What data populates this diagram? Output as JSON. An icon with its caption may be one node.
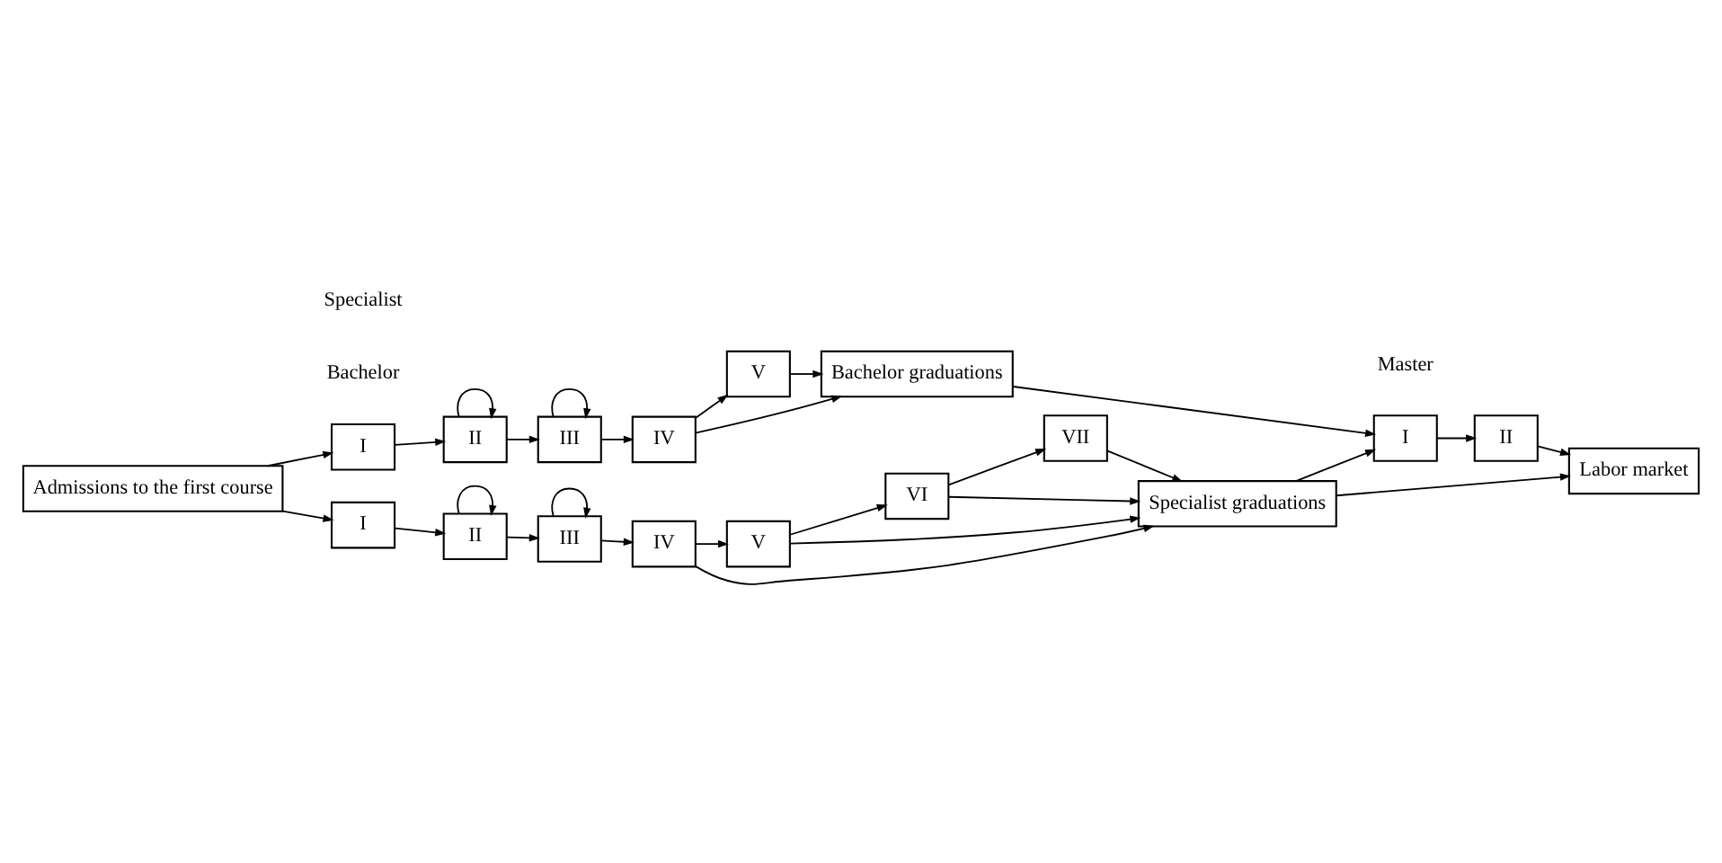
{
  "diagram": {
    "nodes": [
      {
        "text": [
          "Admissions to the first course"
        ]
      },
      {
        "text": [
          "I"
        ]
      },
      {
        "text": [
          "II"
        ]
      },
      {
        "text": [
          "III"
        ]
      },
      {
        "text": [
          "IV"
        ]
      },
      {
        "text": [
          "V"
        ]
      },
      {
        "text": [
          "Bachelor graduations"
        ]
      },
      {
        "text": [
          "I"
        ]
      },
      {
        "text": [
          "II"
        ]
      },
      {
        "text": [
          "III"
        ]
      },
      {
        "text": [
          "IV"
        ]
      },
      {
        "text": [
          "V"
        ]
      },
      {
        "text": [
          "VI"
        ]
      },
      {
        "text": [
          "VII"
        ]
      },
      {
        "text": [
          "Specialist graduations"
        ]
      },
      {
        "text": [
          "I"
        ]
      },
      {
        "text": [
          "II"
        ]
      },
      {
        "text": [
          "Labor market"
        ]
      }
    ],
    "edges": [
      {
        "from": 0,
        "to": 1,
        "arrow": "to"
      },
      {
        "from": 0,
        "to": 7,
        "arrow": "to"
      },
      {
        "from": 1,
        "to": 2,
        "arrow": "to"
      },
      {
        "from": 2,
        "to": 2,
        "arrow": "to"
      },
      {
        "from": 2,
        "to": 3,
        "arrow": "to"
      },
      {
        "from": 3,
        "to": 3,
        "arrow": "to"
      },
      {
        "from": 3,
        "to": 4,
        "arrow": "to"
      },
      {
        "from": 4,
        "to": 5,
        "arrow": "to"
      },
      {
        "from": 4,
        "to": 6,
        "arrow": "to"
      },
      {
        "from": 5,
        "to": 6,
        "arrow": "to"
      },
      {
        "from": 7,
        "to": 8,
        "arrow": "to"
      },
      {
        "from": 8,
        "to": 8,
        "arrow": "to"
      },
      {
        "from": 8,
        "to": 9,
        "arrow": "to"
      },
      {
        "from": 9,
        "to": 9,
        "arrow": "to"
      },
      {
        "from": 9,
        "to": 10,
        "arrow": "to"
      },
      {
        "from": 10,
        "to": 11,
        "arrow": "to"
      },
      {
        "from": 11,
        "to": 12,
        "arrow": "to"
      },
      {
        "from": 12,
        "to": 13,
        "arrow": "to"
      },
      {
        "from": 10,
        "to": 14,
        "arrow": "to"
      },
      {
        "from": 11,
        "to": 14,
        "arrow": "to"
      },
      {
        "from": 12,
        "to": 14,
        "arrow": "to"
      },
      {
        "from": 13,
        "to": 14,
        "arrow": "to"
      },
      {
        "from": 14,
        "to": 15,
        "arrow": "to"
      },
      {
        "from": 6,
        "to": 15,
        "arrow": "to"
      },
      {
        "from": 15,
        "to": 16,
        "arrow": "to"
      },
      {
        "from": 16,
        "to": 17,
        "arrow": "to"
      },
      {
        "from": 14,
        "to": 17,
        "arrow": "to"
      }
    ],
    "labels": [
      "Bachelor",
      "Specialist",
      "Master"
    ]
  }
}
